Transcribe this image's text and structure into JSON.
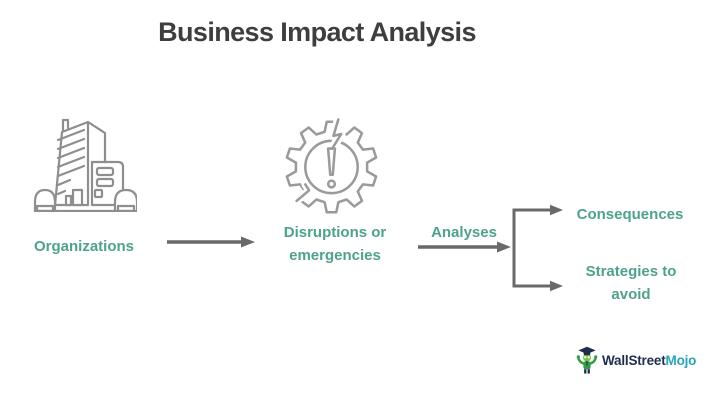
{
  "title": "Business Impact Analysis",
  "flow": {
    "organizations_label": "Organizations",
    "disruptions_label": "Disruptions or emergencies",
    "analyses_label": "Analyses",
    "consequences_label": "Consequences",
    "strategies_label": "Strategies to avoid"
  },
  "icons": {
    "organizations": "building-icon",
    "disruptions": "broken-gear-alert-icon",
    "logo": "mojo-mascot-icon"
  },
  "logo": {
    "brand_part1": "WallStreet",
    "brand_part2": "Mojo"
  },
  "colors": {
    "accent_teal": "#4EA28C",
    "title_gray": "#3E3E3E",
    "arrow_gray": "#696969",
    "icon_gray": "#8E8E8E",
    "logo_navy": "#1F2D4F",
    "logo_teal": "#23A6B8",
    "mascot_green": "#2F9E44"
  }
}
